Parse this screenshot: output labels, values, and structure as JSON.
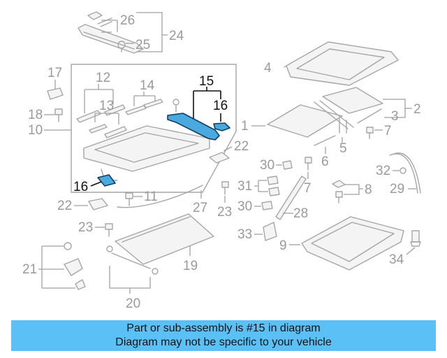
{
  "diagram": {
    "highlighted_part": "15",
    "colors": {
      "highlight_fill": "#4aa9de",
      "highlight_stroke": "#0f3f66",
      "banner": "#5bc0f6",
      "line_art": "#a6a6a6"
    },
    "callouts": {
      "c1": "1",
      "c2": "2",
      "c3": "3",
      "c4": "4",
      "c5": "5",
      "c6": "6",
      "c7a": "7",
      "c7b": "7",
      "c8": "8",
      "c9": "9",
      "c10": "10",
      "c11": "11",
      "c12": "12",
      "c13": "13",
      "c14": "14",
      "c15": "15",
      "c16a": "16",
      "c16b": "16",
      "c17": "17",
      "c18": "18",
      "c19": "19",
      "c20": "20",
      "c21": "21",
      "c22a": "22",
      "c22b": "22",
      "c23a": "23",
      "c23b": "23",
      "c24": "24",
      "c25": "25",
      "c26": "26",
      "c27": "27",
      "c28": "28",
      "c29": "29",
      "c30a": "30",
      "c30b": "30",
      "c31": "31",
      "c32": "32",
      "c33": "33",
      "c34": "34"
    }
  },
  "footer": {
    "line1": "Part or sub-assembly is #15 in diagram",
    "line2": "Diagram may not be specific to your vehicle"
  }
}
